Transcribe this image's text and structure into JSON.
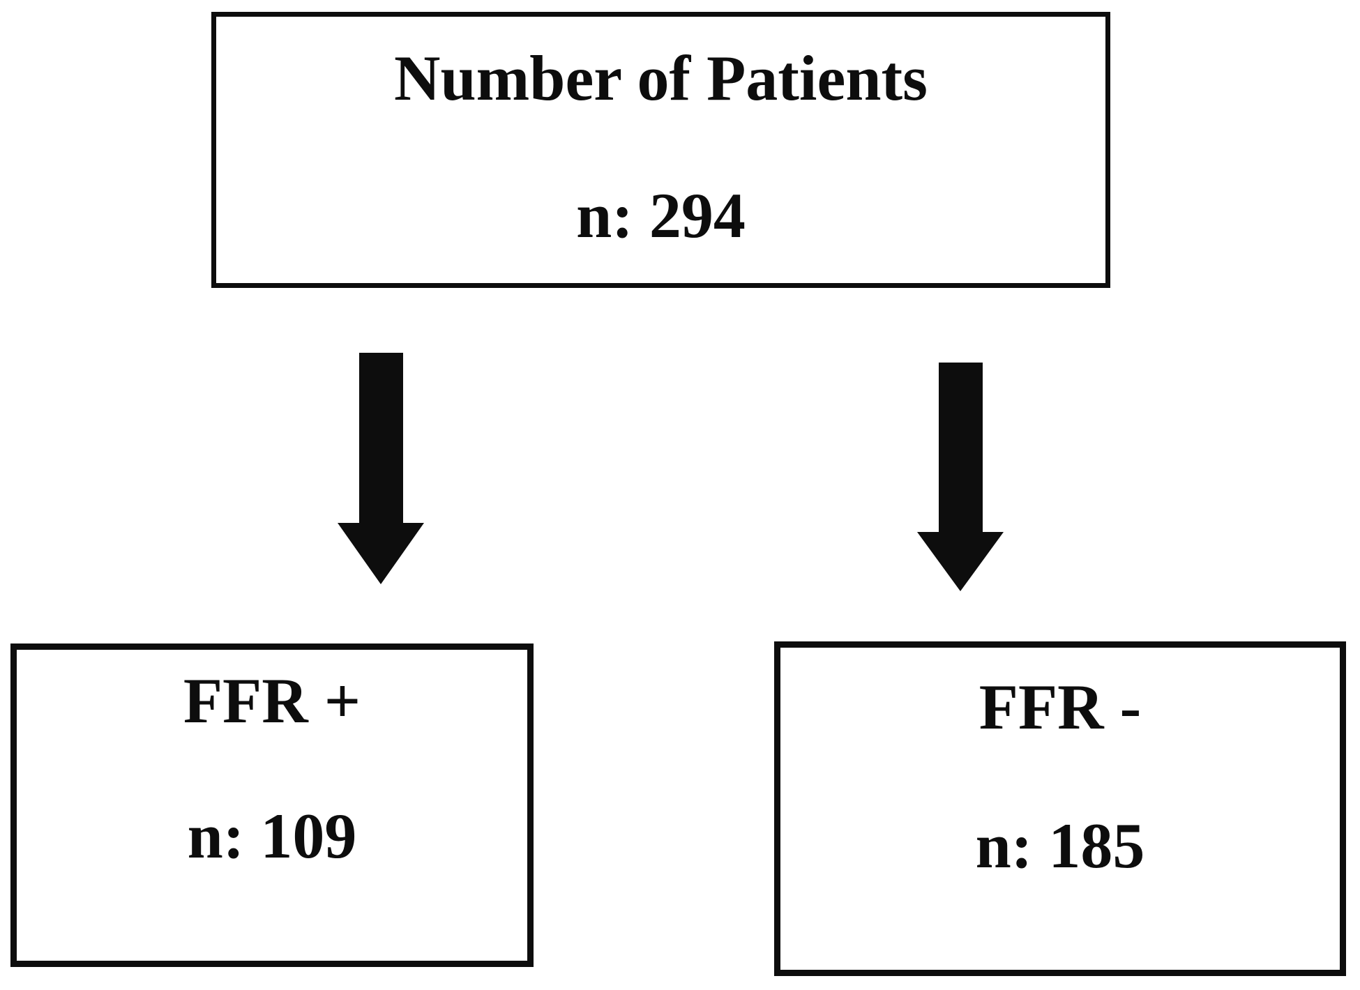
{
  "diagram": {
    "type": "flowchart",
    "colors": {
      "ink": "#0d0d0d",
      "background": "#ffffff"
    },
    "nodes": {
      "root": {
        "label": "Number of Patients",
        "count": "n: 294"
      },
      "ffr_positive": {
        "label": "FFR +",
        "count": "n: 109"
      },
      "ffr_negative": {
        "label": "FFR -",
        "count": "n: 185"
      }
    },
    "edges": [
      {
        "from": "root",
        "to": "ffr_positive",
        "style": "solid-block-arrow-down"
      },
      {
        "from": "root",
        "to": "ffr_negative",
        "style": "solid-block-arrow-down"
      }
    ]
  }
}
